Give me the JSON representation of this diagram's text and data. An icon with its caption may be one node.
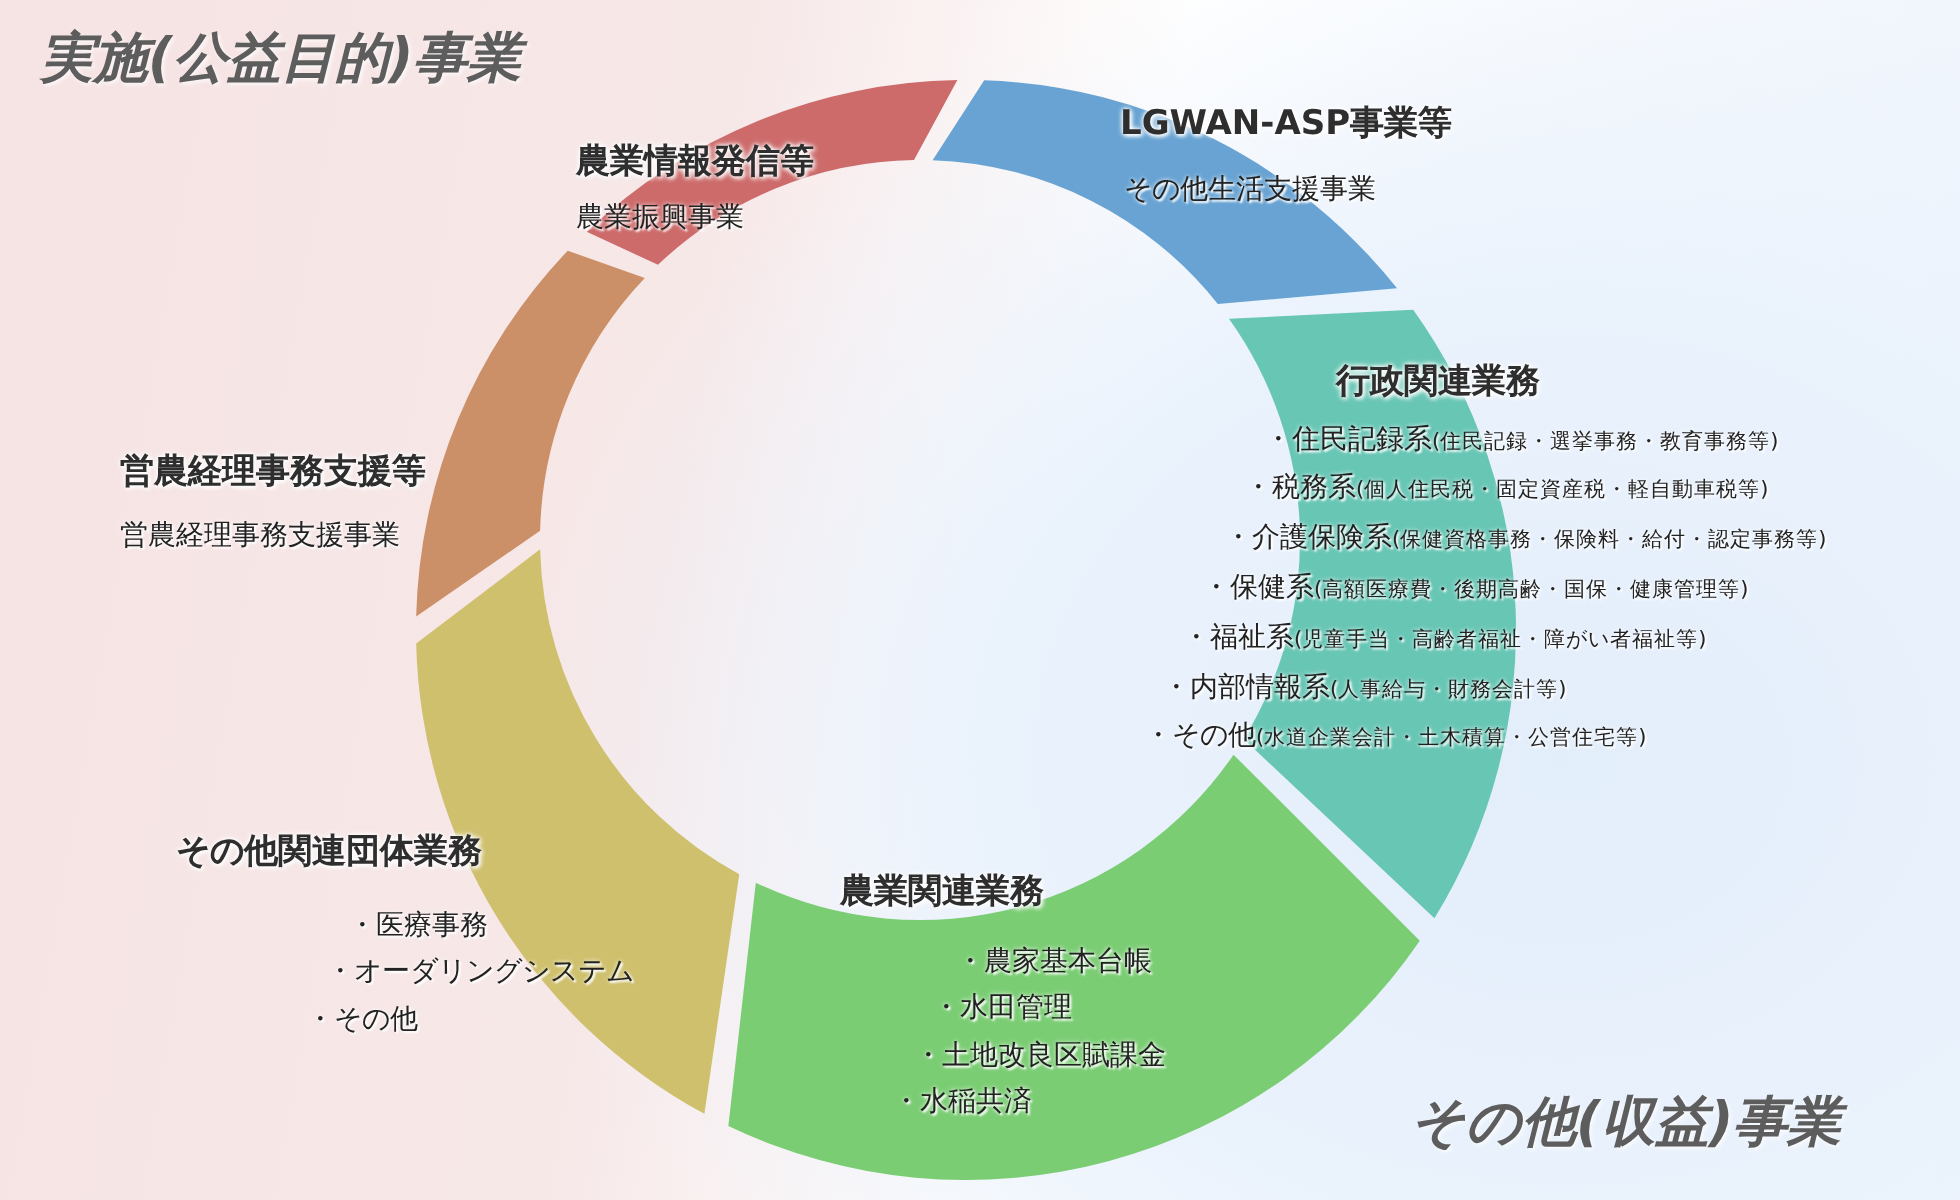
{
  "diagram": {
    "nodes": [
      {
        "text": [
          "農業情報発信等",
          "農業振興事業"
        ]
      },
      {
        "text": [
          "LGWAN-ASP事業等",
          "その他生活支援事業"
        ]
      },
      {
        "text": [
          "営農経理事務支援等",
          "営農経理事務支援事業"
        ]
      },
      {
        "text": [
          "行政関連業務",
          "・住民記録系(住民記録・選挙事務・教育事務等)",
          "・税務系(個人住民税・固定資産税・軽自動車税等)",
          "・介護保険系(保健資格事務・保険料・給付・認定事務等)",
          "・保健系(高額医療費・後期高齢・国保・健康管理等)",
          "・福祉系(児童手当・高齢者福祉・障がい者福祉等)",
          "・内部情報系(人事給与・財務会計等)",
          "・その他(水道企業会計・土木積算・公営住宅等)"
        ]
      },
      {
        "text": [
          "その他関連団体業務",
          "・医療事務",
          "・オーダリングシステム",
          "・その他"
        ]
      },
      {
        "text": [
          "農業関連業務",
          "・農家基本台帳",
          "・水田管理",
          "・土地改良区賦課金",
          "・水稲共済"
        ]
      }
    ],
    "labels": [
      "実施(公益目的)事業",
      "その他(収益)事業"
    ]
  }
}
